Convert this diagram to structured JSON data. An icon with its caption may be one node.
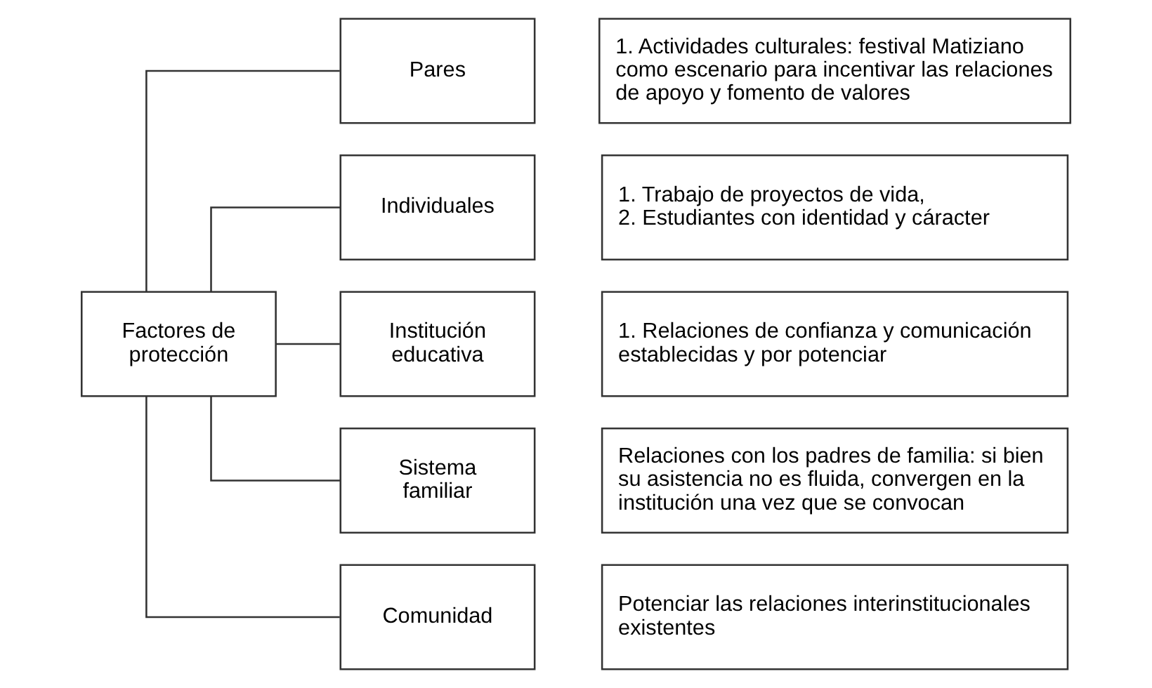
{
  "diagram": {
    "nodes": [
      {
        "text": [
          "Factores de protección"
        ]
      },
      {
        "text": [
          "Pares"
        ]
      },
      {
        "text": [
          "1. Actividades culturales: festival Matiziano como escenario para incentivar las relaciones de apoyo y fomento de valores"
        ]
      },
      {
        "text": [
          "Individuales"
        ]
      },
      {
        "text": [
          "1. Trabajo de proyectos de vida,",
          "2. Estudiantes con identidad y cáracter"
        ]
      },
      {
        "text": [
          "Institución educativa"
        ]
      },
      {
        "text": [
          "1. Relaciones de confianza y comunicación establecidas y por potenciar"
        ]
      },
      {
        "text": [
          "Sistema familiar"
        ]
      },
      {
        "text": [
          "Relaciones con los padres de familia: si bien su asistencia no es fluida, convergen en la institución una vez que se convocan"
        ]
      },
      {
        "text": [
          "Comunidad"
        ]
      },
      {
        "text": [
          "Potenciar las relaciones interinstitucionales existentes"
        ]
      }
    ],
    "edges": [
      {
        "from": 0,
        "to": 1,
        "arrow": "none"
      },
      {
        "from": 0,
        "to": 3,
        "arrow": "none"
      },
      {
        "from": 0,
        "to": 5,
        "arrow": "none"
      },
      {
        "from": 0,
        "to": 7,
        "arrow": "none"
      },
      {
        "from": 0,
        "to": 9,
        "arrow": "none"
      }
    ]
  }
}
